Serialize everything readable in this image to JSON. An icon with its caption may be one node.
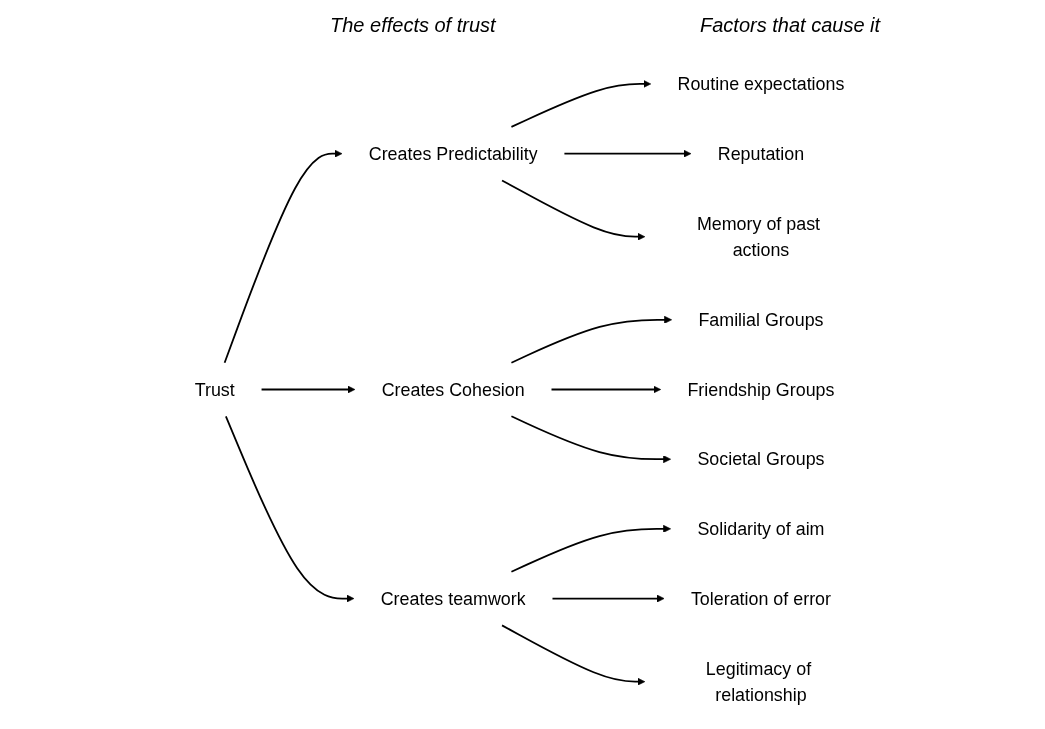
{
  "diagram": {
    "nodes": [
      {
        "text": [
          "Trust"
        ]
      },
      {
        "text": [
          "Creates Predictability"
        ]
      },
      {
        "text": [
          "Creates Cohesion"
        ]
      },
      {
        "text": [
          "Creates teamwork"
        ]
      },
      {
        "text": [
          "Routine expectations"
        ]
      },
      {
        "text": [
          "Reputation"
        ]
      },
      {
        "text": [
          "Memory of past actions"
        ]
      },
      {
        "text": [
          "Familial Groups"
        ]
      },
      {
        "text": [
          "Friendship Groups"
        ]
      },
      {
        "text": [
          "Societal Groups"
        ]
      },
      {
        "text": [
          "Solidarity of aim"
        ]
      },
      {
        "text": [
          "Toleration of error"
        ]
      },
      {
        "text": [
          "Legitimacy of relationship"
        ]
      }
    ],
    "edges": [
      {
        "from": 0,
        "to": 1,
        "arrow": "to"
      },
      {
        "from": 0,
        "to": 2,
        "arrow": "to"
      },
      {
        "from": 0,
        "to": 3,
        "arrow": "to"
      },
      {
        "from": 1,
        "to": 4,
        "arrow": "to"
      },
      {
        "from": 1,
        "to": 5,
        "arrow": "to"
      },
      {
        "from": 1,
        "to": 6,
        "arrow": "to"
      },
      {
        "from": 2,
        "to": 7,
        "arrow": "to"
      },
      {
        "from": 2,
        "to": 8,
        "arrow": "to"
      },
      {
        "from": 2,
        "to": 9,
        "arrow": "to"
      },
      {
        "from": 3,
        "to": 10,
        "arrow": "to"
      },
      {
        "from": 3,
        "to": 11,
        "arrow": "to"
      },
      {
        "from": 3,
        "to": 12,
        "arrow": "to"
      }
    ],
    "labels": [
      "The effects of trust",
      "Factors that cause it"
    ]
  }
}
